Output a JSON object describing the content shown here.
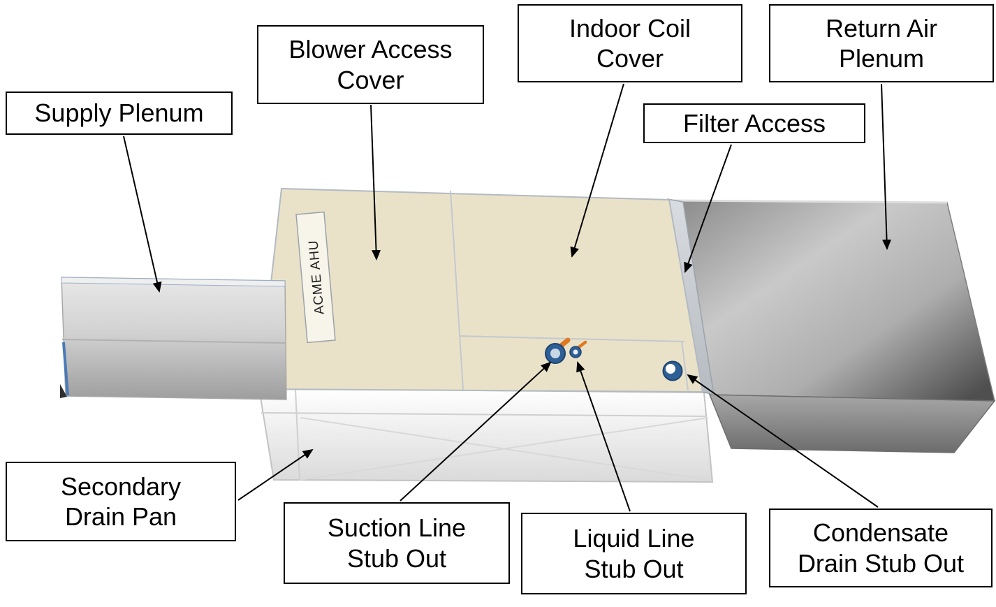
{
  "figure": {
    "unit_text": "ACME AHU"
  },
  "labels": {
    "supply_plenum": "Supply Plenum",
    "blower_access_cover": "Blower Access\nCover",
    "indoor_coil_cover": "Indoor Coil\nCover",
    "return_air_plenum": "Return Air\nPlenum",
    "filter_access": "Filter Access",
    "secondary_drain_pan": "Secondary\nDrain Pan",
    "suction_line_stub_out": "Suction Line\nStub Out",
    "liquid_line_stub_out": "Liquid Line\nStub Out",
    "condensate_drain_stub_out": "Condensate\nDrain Stub Out"
  },
  "colors": {
    "cabinet_beige": "#e9e2c9",
    "fitting_blue": "#2e5f96",
    "lever_orange": "#e07820",
    "supply_edge_blue": "#4a7ab8",
    "label_border": "#000000"
  }
}
